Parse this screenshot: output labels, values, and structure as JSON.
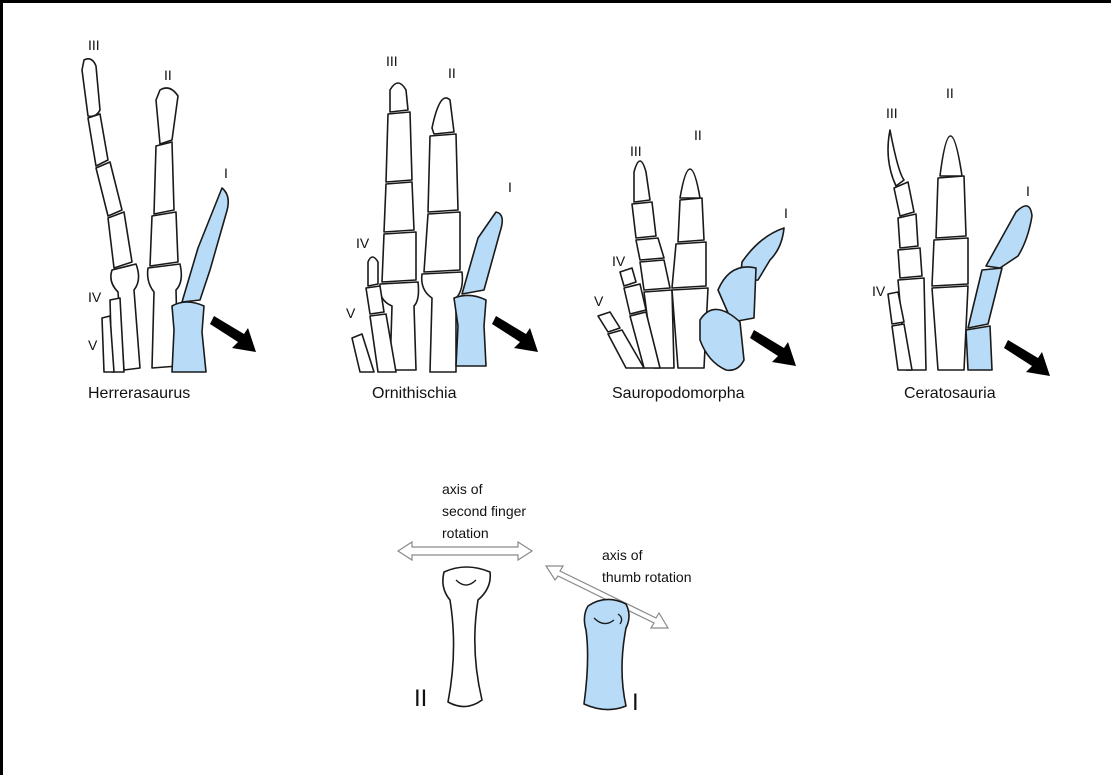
{
  "panels": [
    {
      "caption": "Herrerasaurus",
      "digits": {
        "III": "III",
        "II": "II",
        "I": "I",
        "IV": "IV",
        "V": "V"
      }
    },
    {
      "caption": "Ornithischia",
      "digits": {
        "III": "III",
        "II": "II",
        "I": "I",
        "IV": "IV",
        "V": "V"
      }
    },
    {
      "caption": "Sauropodomorpha",
      "digits": {
        "III": "III",
        "II": "II",
        "I": "I",
        "IV": "IV",
        "V": "V"
      }
    },
    {
      "caption": "Ceratosauria",
      "digits": {
        "III": "III",
        "II": "II",
        "I": "I",
        "IV": "IV"
      }
    }
  ],
  "axes": {
    "second_finger": [
      "axis of",
      "second finger",
      "rotation"
    ],
    "thumb": [
      "axis of",
      "thumb rotation"
    ]
  },
  "bottom_labels": {
    "second": "II",
    "thumb": "I"
  },
  "colors": {
    "thumb_fill": "#b8dcf7",
    "outline": "#1a1a1a",
    "arrow": "#000000"
  }
}
